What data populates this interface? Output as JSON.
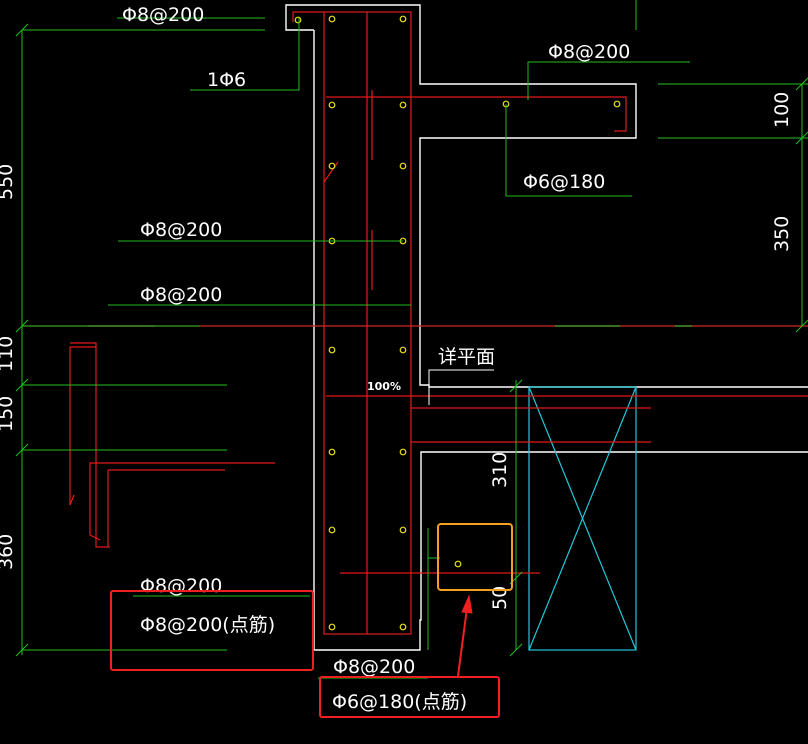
{
  "colors": {
    "background": "#000000",
    "outline": "#ffffff",
    "rebar": "#e11b1b",
    "dimension": "#1fbf1f",
    "leader": "#22bb22",
    "rebar_dot": "#e8e020",
    "cyan_box": "#22c8d8",
    "highlight_red": "#f02020",
    "highlight_orange": "#f5a020"
  },
  "labels": {
    "top_phi8_200": "Φ8@200",
    "one_phi6": "1Φ6",
    "right_phi8_200": "Φ8@200",
    "right_phi6_180": "Φ6@180",
    "left_phi8_200_a": "Φ8@200",
    "left_phi8_200_b": "Φ8@200",
    "detail_plan": "详平面",
    "percent": "100%",
    "bottom_phi8_200": "Φ8@200",
    "bottom_phi8_200_dots": "Φ8@200(点筋)",
    "bottom_phi8_200_b": "Φ8@200",
    "bottom_phi6_180_dots": "Φ6@180(点筋)"
  },
  "dimensions": {
    "right_100": "100",
    "right_350": "350",
    "mid_310": "310",
    "mid_50": "50",
    "left_550": "550",
    "left_110": "110",
    "left_150": "150",
    "left_360": "360"
  }
}
